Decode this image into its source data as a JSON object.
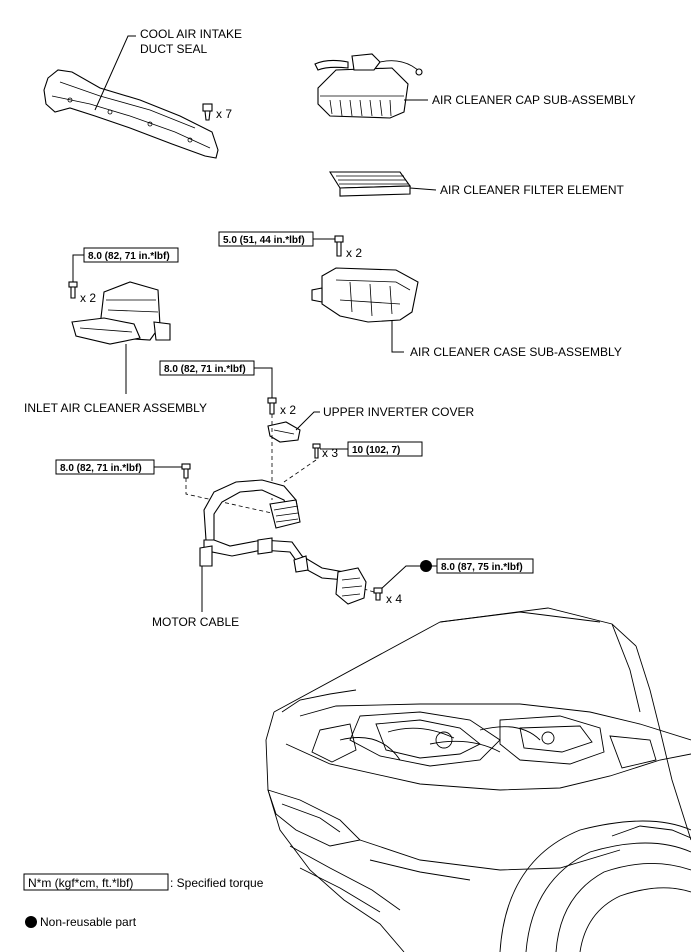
{
  "parts": {
    "cool_air_intake_duct_seal_line1": "COOL AIR INTAKE",
    "cool_air_intake_duct_seal_line2": "DUCT SEAL",
    "air_cleaner_cap": "AIR CLEANER CAP SUB-ASSEMBLY",
    "air_cleaner_filter": "AIR CLEANER FILTER ELEMENT",
    "air_cleaner_case": "AIR CLEANER CASE SUB-ASSEMBLY",
    "inlet_air_cleaner": "INLET AIR CLEANER ASSEMBLY",
    "upper_inverter_cover": "UPPER INVERTER COVER",
    "motor_cable": "MOTOR CABLE"
  },
  "quantities": {
    "seal_clips": "x 7",
    "case_bolts": "x 2",
    "inlet_bolts": "x 2",
    "cover_bolts": "x 2",
    "cover_screws": "x 3",
    "cable_bolts": "x 4"
  },
  "torques": {
    "case_bolt": "5.0 (51, 44 in.*lbf)",
    "inlet_bolt": "8.0 (82, 71 in.*lbf)",
    "cover_bolt": "8.0 (82, 71 in.*lbf)",
    "cover_screw": "10 (102, 7)",
    "cable_bolt_left": "8.0 (82, 71 in.*lbf)",
    "cable_bolt_right": "8.0 (87, 75 in.*lbf)"
  },
  "legend": {
    "torque_box": "N*m (kgf*cm, ft.*lbf)",
    "torque_text": ": Specified torque",
    "nonreusable": "Non-reusable part"
  }
}
